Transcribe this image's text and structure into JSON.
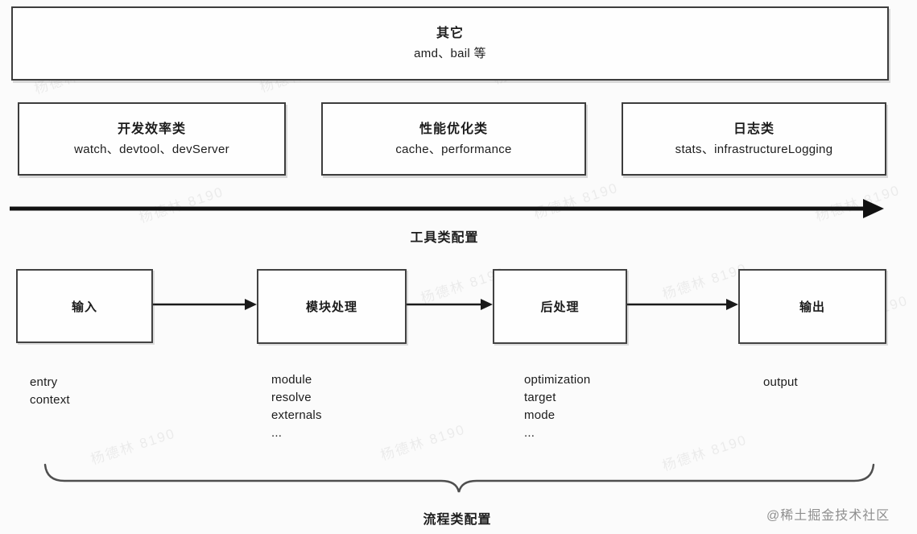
{
  "watermark": {
    "text": "杨德林 8190",
    "site": "@稀土掘金技术社区"
  },
  "tool_section": {
    "other_box": {
      "title": "其它",
      "items": "amd、bail 等"
    },
    "categories": [
      {
        "title": "开发效率类",
        "items": "watch、devtool、devServer"
      },
      {
        "title": "性能优化类",
        "items": "cache、performance"
      },
      {
        "title": "日志类",
        "items": "stats、infrastructureLogging"
      }
    ],
    "arrow_label": "工具类配置"
  },
  "flow_section": {
    "stages": [
      {
        "label": "输入",
        "options": [
          "entry",
          "context"
        ]
      },
      {
        "label": "模块处理",
        "options": [
          "module",
          "resolve",
          "externals",
          "..."
        ]
      },
      {
        "label": "后处理",
        "options": [
          "optimization",
          "target",
          "mode",
          "..."
        ]
      },
      {
        "label": "输出",
        "options": [
          "output"
        ]
      }
    ],
    "brace_label": "流程类配置"
  }
}
